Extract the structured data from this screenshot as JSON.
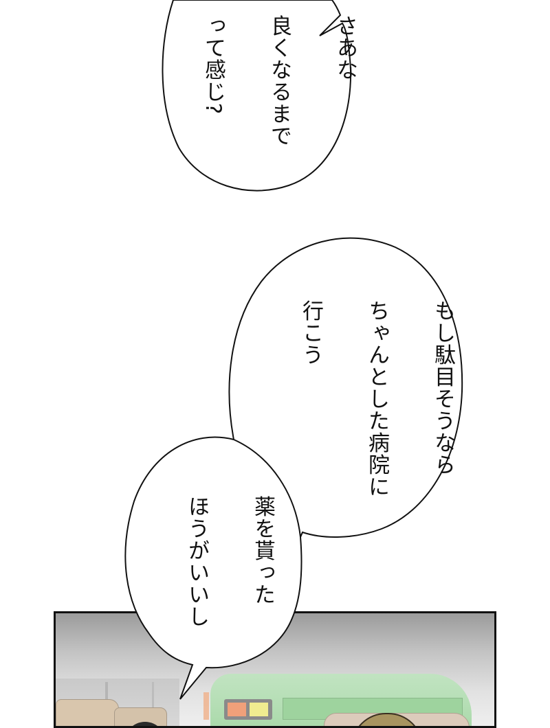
{
  "bubbles": [
    {
      "id": "bubble-1",
      "lines": [
        "さあな",
        "良くなるまで",
        "って感じ?"
      ]
    },
    {
      "id": "bubble-2",
      "lines": [
        "もし駄目そうなら",
        "ちゃんとした病院に",
        "行こう"
      ]
    },
    {
      "id": "bubble-3",
      "lines": [
        "薬を貰った",
        "ほうがいいし"
      ]
    }
  ],
  "panel": {
    "description": "bus interior scene",
    "colors": {
      "border": "#111111",
      "fog_top": "#9a9a9a",
      "fog_mid": "#d8d8d8",
      "bus_green": "#a8dca8",
      "seat_tan": "#d9c6ad",
      "light_orange": "#f0a07a",
      "light_yellow": "#f0ec90",
      "hair_blonde": "#a89460",
      "hair_dark": "#2a2a2a"
    }
  }
}
